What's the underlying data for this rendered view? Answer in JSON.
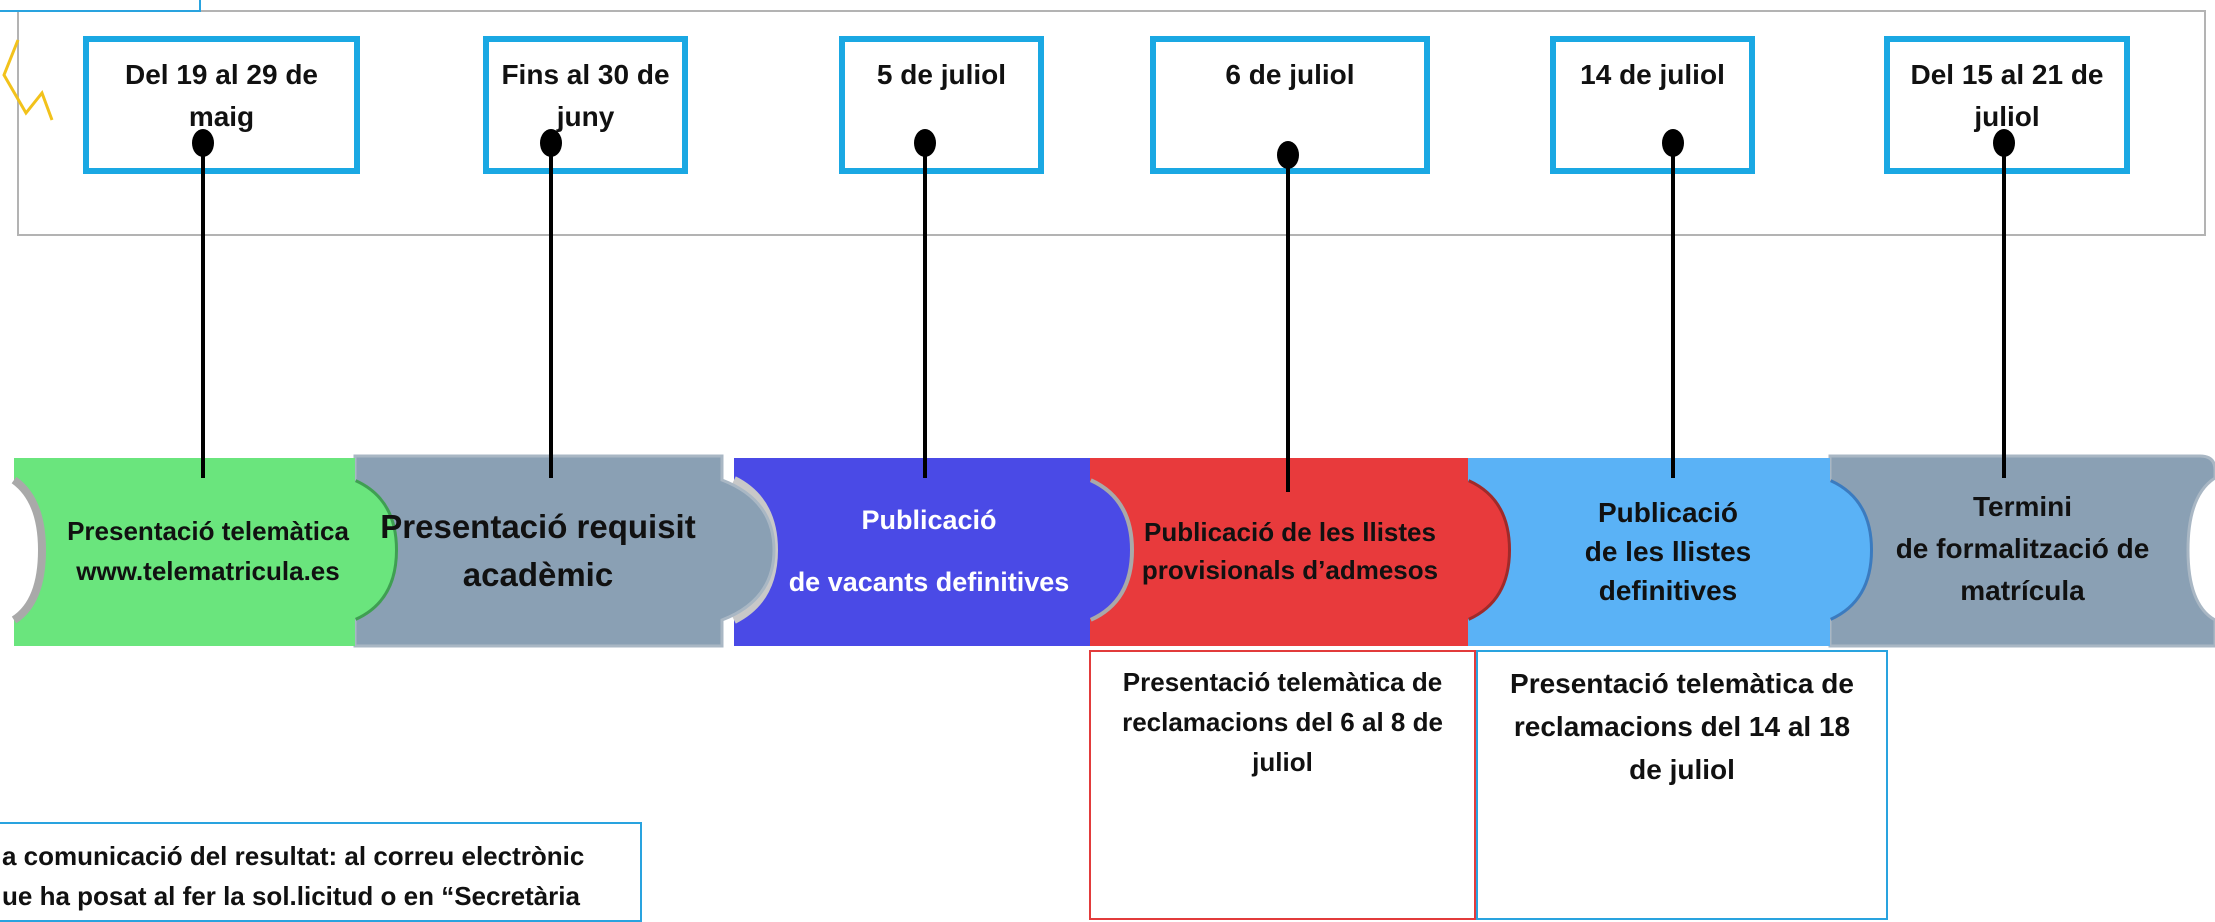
{
  "dates": [
    "Del 19 al 29 de maig",
    "Fins al 30 de juny",
    "5 de juliol",
    "6 de juliol",
    "14 de juliol",
    "Del 15 al 21 de juliol"
  ],
  "steps": [
    {
      "lines": [
        "Presentació telemàtica",
        "www.telematricula.es"
      ],
      "color": "#6ae57d"
    },
    {
      "lines": [
        "Presentació requisit",
        "acadèmic"
      ],
      "color": "#8aa0b4"
    },
    {
      "lines": [
        "Publicació",
        "de vacants definitives"
      ],
      "color": "#4a4ae6"
    },
    {
      "lines": [
        "Publicació de les llistes",
        "provisionals d’admesos"
      ],
      "color": "#e83a3c"
    },
    {
      "lines": [
        "Publicació",
        "de les llistes",
        "definitives"
      ],
      "color": "#5ab2f6"
    },
    {
      "lines": [
        "Termini",
        "de formalització de",
        "matrícula"
      ],
      "color": "#8aa0b4"
    }
  ],
  "claims": [
    {
      "text": "Presentació telemàtica de reclamacions del 6 al 8 de juliol",
      "border": "#e23b3b"
    },
    {
      "text": "Presentació telemàtica de reclamacions del 14 al 18 de juliol",
      "border": "#29a3df"
    }
  ],
  "note_lines": [
    "a comunicació del resultat: al correu electrònic",
    "ue ha posat al fer la sol.licitud o en “Secretària"
  ],
  "accent_color": "#1aa8e3"
}
